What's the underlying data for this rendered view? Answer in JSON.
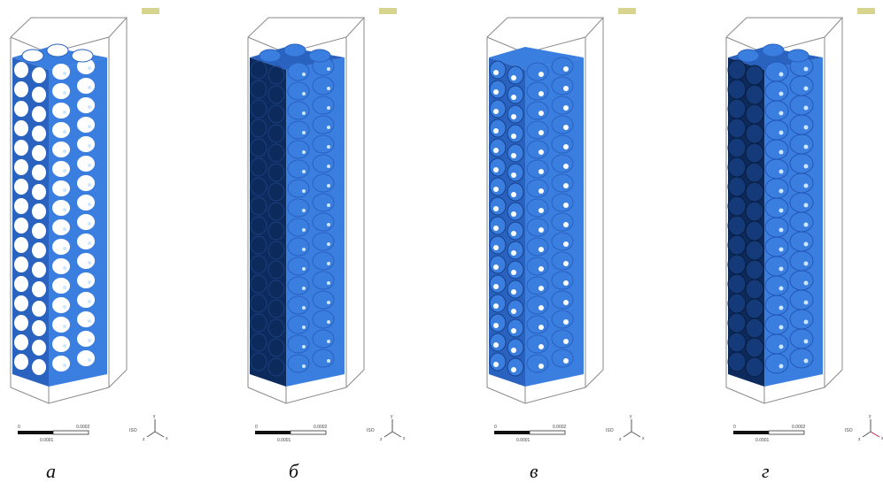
{
  "panels": [
    {
      "caption": "а",
      "variant": "a"
    },
    {
      "caption": "б",
      "variant": "b"
    },
    {
      "caption": "в",
      "variant": "c"
    },
    {
      "caption": "г",
      "variant": "d"
    }
  ],
  "scale_bar": {
    "left_label": "0",
    "right_label": "0.0002",
    "mid_label": "0.0001"
  },
  "axis_triad": {
    "x": "x",
    "y": "y",
    "z": "z",
    "view": "ISO"
  },
  "colors": {
    "light_blue": "#3a7ee0",
    "mid_blue": "#2a62c0",
    "dark_blue": "#0d2a5c",
    "highlight": "#cfe6ff",
    "frame": "#8a8a8a",
    "logo": "#c9c66a"
  }
}
